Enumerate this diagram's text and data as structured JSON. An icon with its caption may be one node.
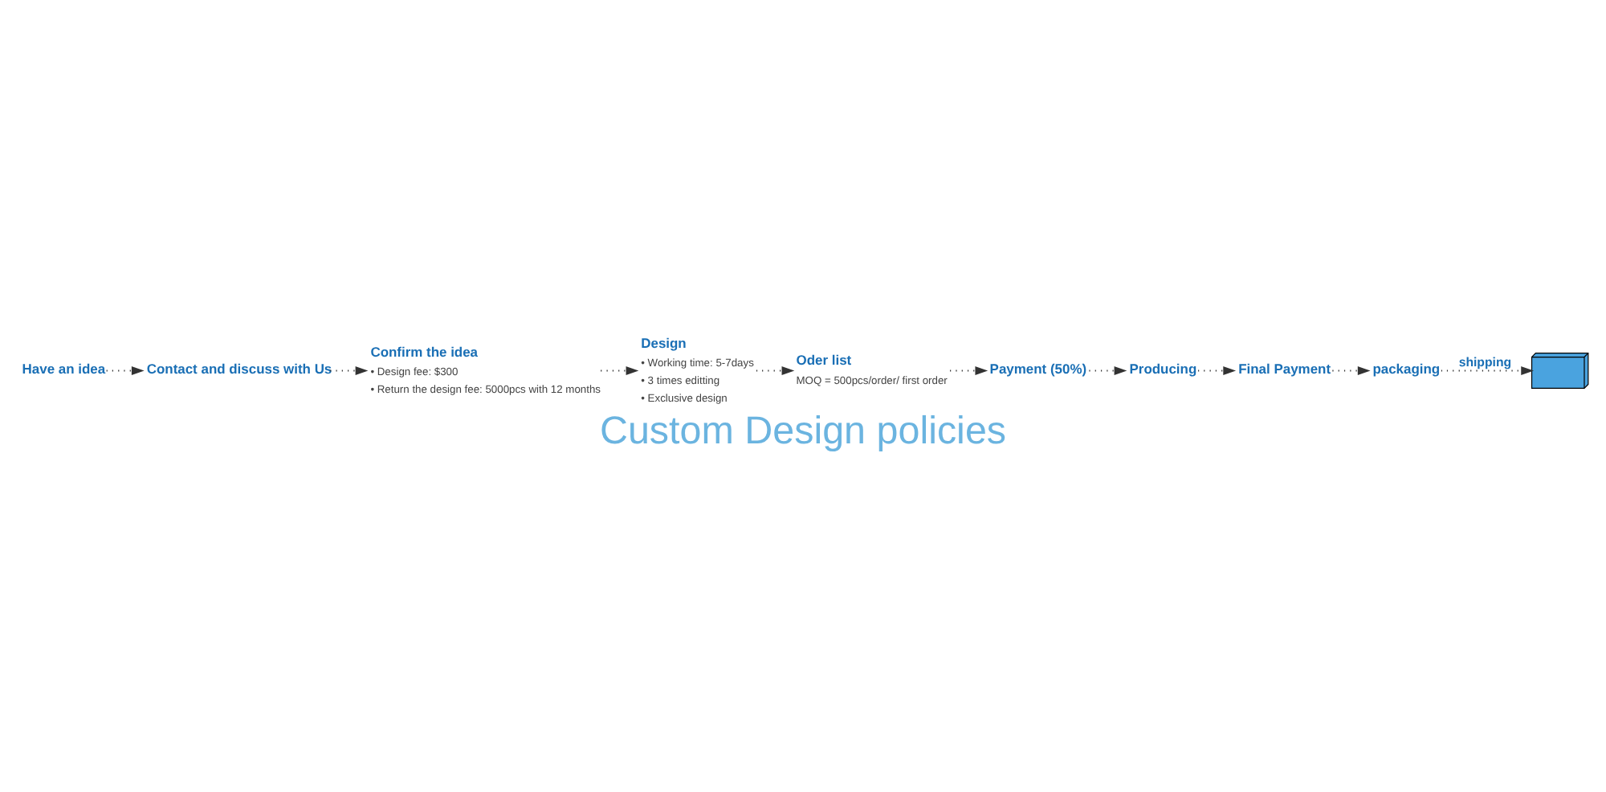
{
  "diagram": {
    "title": "Custom Design policies",
    "nodes": [
      {
        "text": [
          "Have an idea"
        ]
      },
      {
        "text": [
          "Contact and discuss with Us"
        ]
      },
      {
        "text": [
          "Confirm the idea",
          "• Design fee: $300",
          "• Return the design fee: 5000pcs with 12 months"
        ]
      },
      {
        "text": [
          "Design",
          "• Working time: 5-7days",
          "• 3 times editting",
          "• Exclusive design"
        ]
      },
      {
        "text": [
          "Oder list",
          "MOQ = 500pcs/order/ first order"
        ]
      },
      {
        "text": [
          "Payment (50%)"
        ]
      },
      {
        "text": [
          "Producing"
        ]
      },
      {
        "text": [
          "Final Payment"
        ]
      },
      {
        "text": [
          "packaging"
        ]
      },
      {
        "text": [],
        "shape": "truck"
      }
    ],
    "edges": [
      {
        "from": 0,
        "to": 1,
        "arrow": "to"
      },
      {
        "from": 1,
        "to": 2,
        "arrow": "to"
      },
      {
        "from": 2,
        "to": 3,
        "arrow": "to"
      },
      {
        "from": 3,
        "to": 4,
        "arrow": "to"
      },
      {
        "from": 4,
        "to": 5,
        "arrow": "to"
      },
      {
        "from": 5,
        "to": 6,
        "arrow": "to"
      },
      {
        "from": 6,
        "to": 7,
        "arrow": "to"
      },
      {
        "from": 7,
        "to": 8,
        "arrow": "to"
      },
      {
        "from": 8,
        "to": 9,
        "arrow": "to",
        "label": "shipping"
      }
    ]
  }
}
